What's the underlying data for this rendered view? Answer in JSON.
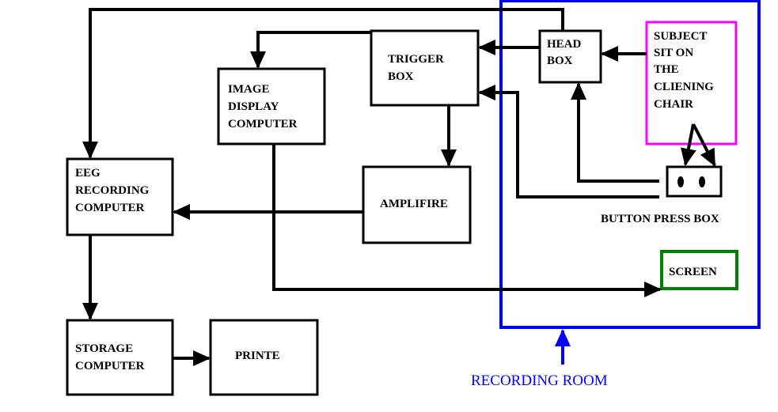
{
  "boxes": {
    "eeg_recording_computer": [
      "EEG",
      "RECORDING",
      "COMPUTER"
    ],
    "image_display_computer": [
      "IMAGE",
      "DISPLAY",
      "COMPUTER"
    ],
    "trigger_box": [
      "TRIGGER",
      "BOX"
    ],
    "head_box": [
      "HEAD",
      "BOX"
    ],
    "subject": [
      "SUBJECT",
      "SIT ON",
      "THE",
      "CLIENING",
      "CHAIR"
    ],
    "amplifire": "AMPLIFIRE",
    "storage_computer": [
      "STORAGE",
      "COMPUTER"
    ],
    "printe": "PRINTE",
    "screen": "SCREEN"
  },
  "labels": {
    "button_press_box": "BUTTON PRESS BOX",
    "recording_room": "RECORDING ROOM"
  },
  "colors": {
    "recording_room_border": "#0000ff",
    "subject_border": "#ff00ff",
    "screen_border": "#008000",
    "line": "#000000"
  }
}
